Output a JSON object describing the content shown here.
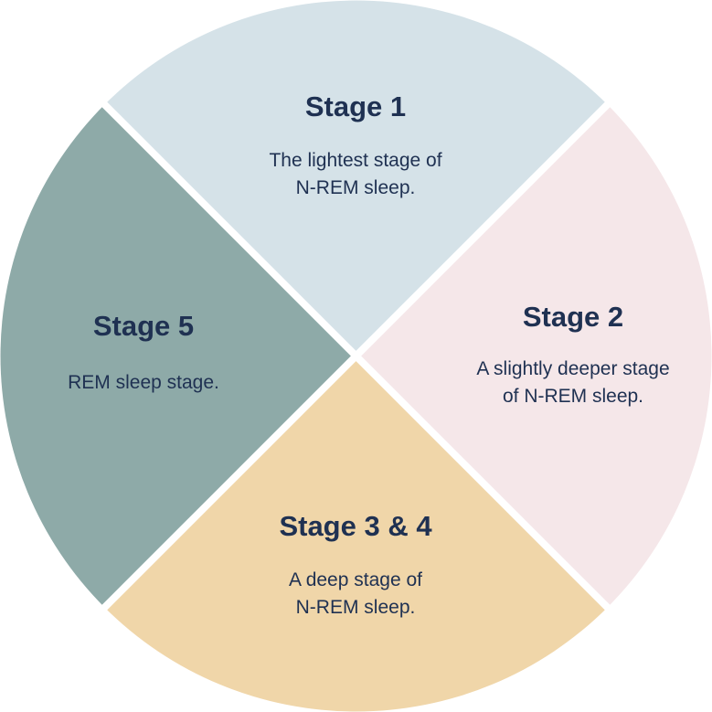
{
  "colors": {
    "stage1": "#d5e2e8",
    "stage2": "#f5e7e9",
    "stage34": "#f0d6a9",
    "stage5": "#8eaaa8",
    "text": "#1f3152"
  },
  "segments": [
    {
      "id": "stage1",
      "title": "Stage 1",
      "desc": [
        "The lightest stage of",
        "N-REM sleep."
      ]
    },
    {
      "id": "stage2",
      "title": "Stage 2",
      "desc": [
        "A slightly deeper stage",
        "of N-REM sleep."
      ]
    },
    {
      "id": "stage34",
      "title": "Stage 3 & 4",
      "desc": [
        "A deep stage of",
        "N-REM sleep."
      ]
    },
    {
      "id": "stage5",
      "title": "Stage 5",
      "desc": [
        "REM sleep stage."
      ]
    }
  ]
}
